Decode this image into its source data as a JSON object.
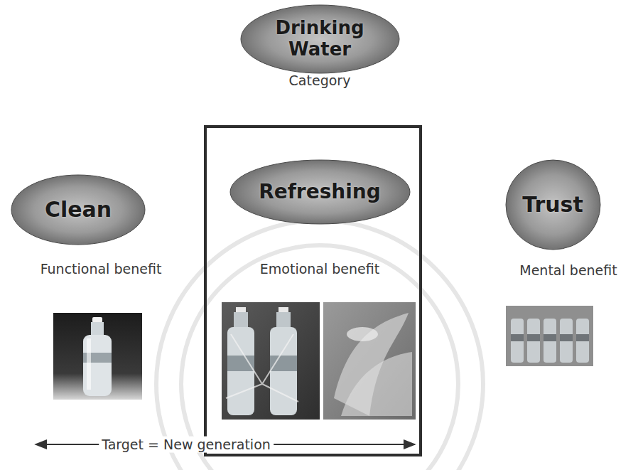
{
  "diagram": {
    "nodes": [
      {
        "text": [
          "Drinking Water"
        ]
      },
      {
        "text": [
          "Clean"
        ]
      },
      {
        "text": [
          "Refreshing"
        ]
      },
      {
        "text": [
          "Trust"
        ]
      }
    ],
    "labels": [
      "Category",
      "Functional benefit",
      "Emotional benefit",
      "Mental benefit",
      "Target = New generation"
    ]
  }
}
